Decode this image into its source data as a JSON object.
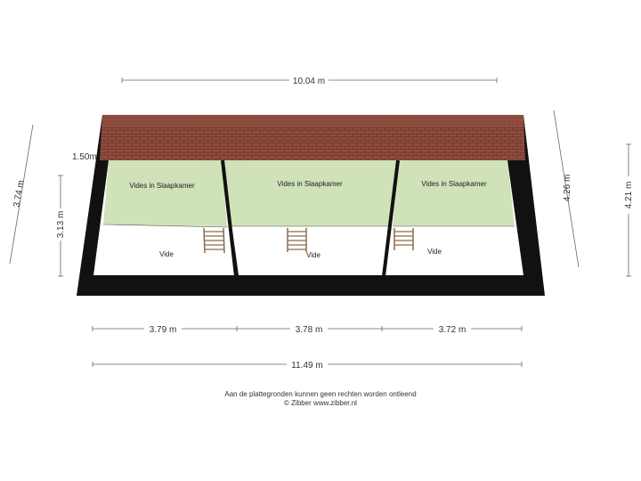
{
  "dimensions": {
    "top_width": "10.04 m",
    "left_outer": "3.74 m",
    "left_inner": "3.13 m",
    "small_height": "1.50m",
    "right_inner": "4.26 m",
    "right_outer": "4.21 m",
    "segment_1": "3.79 m",
    "segment_2": "3.78 m",
    "segment_3": "3.72 m",
    "bottom_total": "11.49 m"
  },
  "rooms": [
    {
      "upper_label": "Vides in Slaapkamer",
      "lower_label": "Vide"
    },
    {
      "upper_label": "Vides in Slaapkamer",
      "lower_label": "Vide"
    },
    {
      "upper_label": "Vides in Slaapkamer",
      "lower_label": "Vide"
    }
  ],
  "footer": {
    "disclaimer": "Aan de plattegronden kunnen geen rechten worden ontleend",
    "copyright": "© Zibber www.zibber.nl"
  },
  "colors": {
    "wall": "#111111",
    "roof": "#8a4a3c",
    "green_floor": "#cfe2b8",
    "void": "#ffffff"
  }
}
